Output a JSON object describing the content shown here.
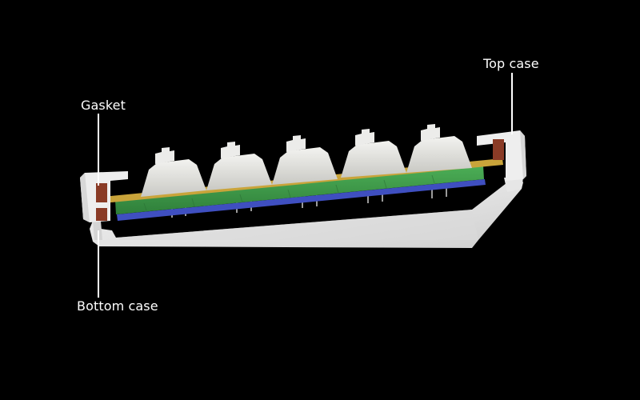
{
  "labels": {
    "gasket": "Gasket",
    "top_case": "Top case",
    "bottom_case": "Bottom case"
  },
  "colors": {
    "background": "#000000",
    "case": "#e9e9e9",
    "gasket": "#8a3b26",
    "plate": "#c9a43a",
    "foam": "#3f9a4a",
    "pcb": "#3f4fc0",
    "switch": "#dcdcd8",
    "callout_line": "#ffffff"
  },
  "switch_count": 5
}
